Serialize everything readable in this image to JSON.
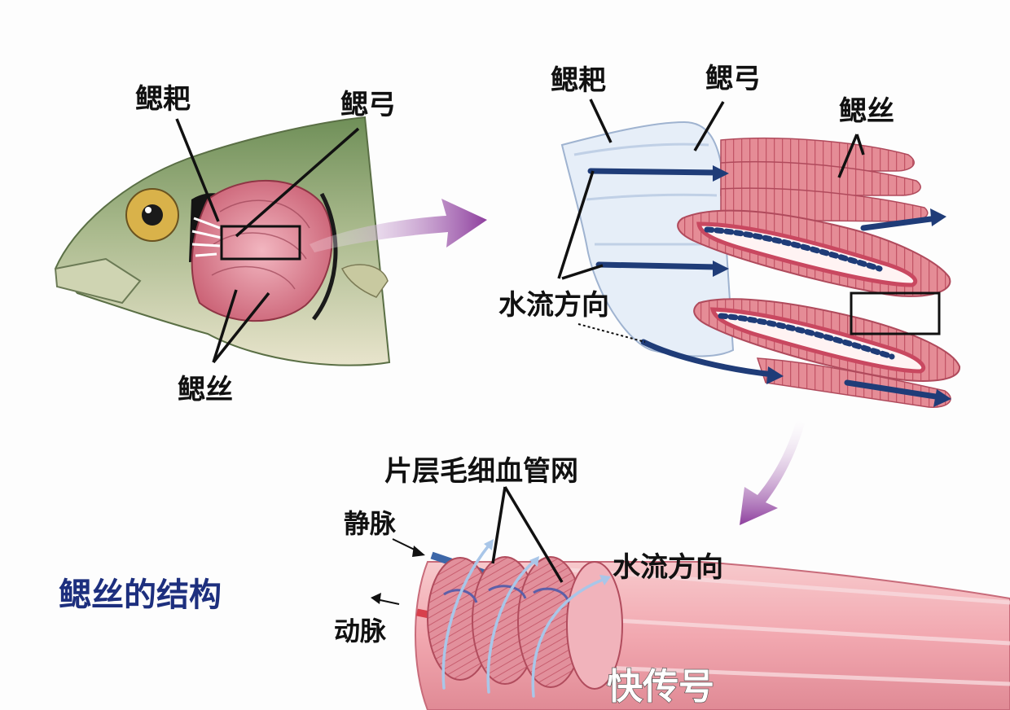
{
  "labels": {
    "fish": {
      "gill_raker": "鳃耙",
      "gill_arch": "鳃弓",
      "gill_filament": "鳃丝"
    },
    "detail": {
      "gill_raker": "鳃耙",
      "gill_arch": "鳃弓",
      "gill_filament": "鳃丝",
      "water_flow": "水流方向"
    },
    "lamella": {
      "capillary_net": "片层毛细血管网",
      "vein": "静脉",
      "artery": "动脉",
      "water_flow": "水流方向"
    },
    "title": "鳃丝的结构"
  },
  "watermark": "快传号",
  "colors": {
    "title": "#1d2f7e",
    "arrow_purple": "#8e3f9e",
    "gill_pink": "#d97a8a",
    "fish_green": "#7a9a62",
    "flow_blue": "#1f3c78"
  },
  "icons": {
    "transition_arrow_1": "purple-gradient-arrow-right",
    "transition_arrow_2": "purple-gradient-arrow-down"
  }
}
